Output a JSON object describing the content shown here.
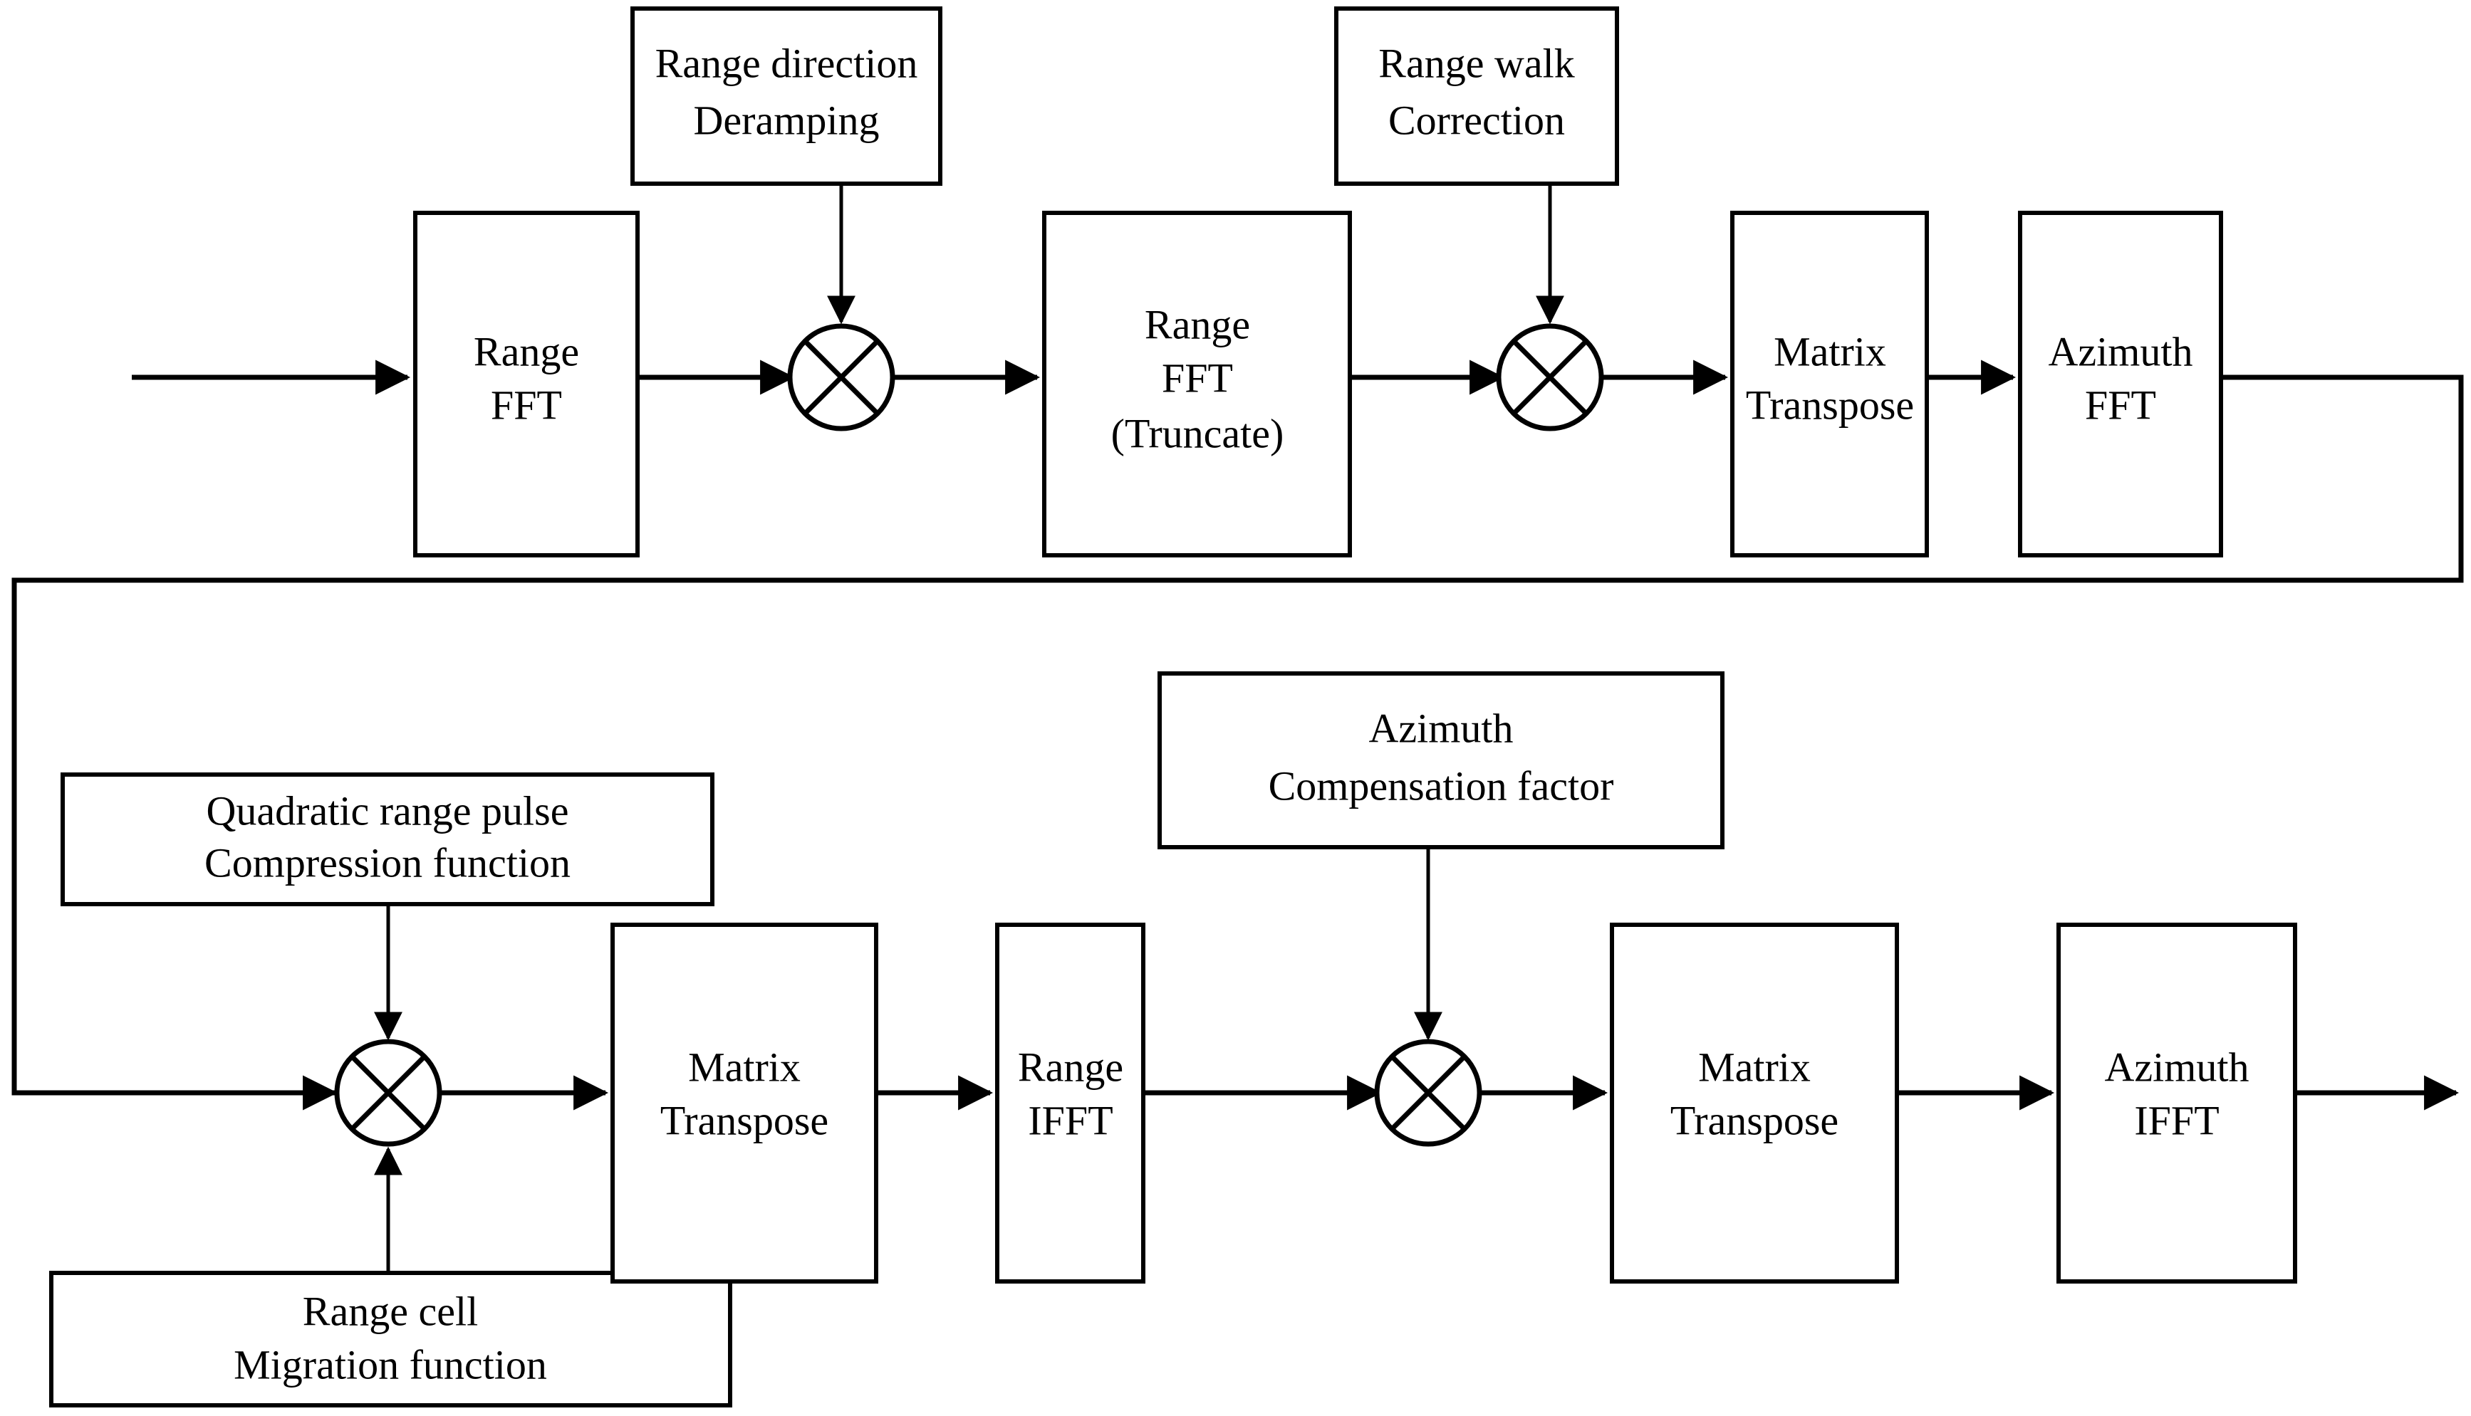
{
  "diagram": {
    "title": "SAR imaging processing chain block diagram",
    "type": "signal-processing-flow",
    "orientation": "two-row serpentine, left-to-right then wrap",
    "colors": {
      "background": "#ffffff",
      "stroke": "#000000",
      "fill": "#ffffff"
    },
    "row_top": {
      "main_blocks": [
        {
          "id": "range-fft",
          "lines": [
            "Range",
            "FFT"
          ]
        },
        {
          "id": "range-fft-truncate",
          "lines": [
            "Range",
            "FFT",
            "(Truncate)"
          ]
        },
        {
          "id": "matrix-transpose-1",
          "lines": [
            "Matrix",
            "Transpose"
          ]
        },
        {
          "id": "azimuth-fft",
          "lines": [
            "Azimuth",
            "FFT"
          ]
        }
      ],
      "injection_blocks": [
        {
          "id": "range-direction-deramping",
          "lines": [
            "Range direction",
            "Deramping"
          ]
        },
        {
          "id": "range-walk-correction",
          "lines": [
            "Range walk",
            "Correction"
          ]
        }
      ],
      "multipliers": [
        {
          "id": "multiplier-1",
          "symbol": "circle-x"
        },
        {
          "id": "multiplier-2",
          "symbol": "circle-x"
        }
      ]
    },
    "row_bottom": {
      "main_blocks": [
        {
          "id": "matrix-transpose-2",
          "lines": [
            "Matrix",
            "Transpose"
          ]
        },
        {
          "id": "range-ifft",
          "lines": [
            "Range",
            "IFFT"
          ]
        },
        {
          "id": "matrix-transpose-3",
          "lines": [
            "Matrix",
            "Transpose"
          ]
        },
        {
          "id": "azimuth-ifft",
          "lines": [
            "Azimuth",
            "IFFT"
          ]
        }
      ],
      "injection_blocks": [
        {
          "id": "quadratic-range-pulse-compression",
          "lines": [
            "Quadratic range pulse",
            "Compression function"
          ]
        },
        {
          "id": "range-cell-migration",
          "lines": [
            "Range cell",
            "Migration function"
          ]
        },
        {
          "id": "azimuth-compensation-factor",
          "lines": [
            "Azimuth",
            "Compensation factor"
          ]
        }
      ],
      "multipliers": [
        {
          "id": "multiplier-3",
          "symbol": "circle-x"
        },
        {
          "id": "multiplier-4",
          "symbol": "circle-x"
        }
      ]
    },
    "labels": {
      "range_fft_l1": "Range",
      "range_fft_l2": "FFT",
      "deramp_l1": "Range direction",
      "deramp_l2": "Deramping",
      "trunc_l1": "Range",
      "trunc_l2": "FFT",
      "trunc_l3": "(Truncate)",
      "walk_l1": "Range walk",
      "walk_l2": "Correction",
      "mt1_l1": "Matrix",
      "mt1_l2": "Transpose",
      "azfft_l1": "Azimuth",
      "azfft_l2": "FFT",
      "quad_l1": "Quadratic range pulse",
      "quad_l2": "Compression function",
      "rcm_l1": "Range cell",
      "rcm_l2": "Migration function",
      "azcomp_l1": "Azimuth",
      "azcomp_l2": "Compensation factor",
      "mt2_l1": "Matrix",
      "mt2_l2": "Transpose",
      "rifft_l1": "Range",
      "rifft_l2": "IFFT",
      "mt3_l1": "Matrix",
      "mt3_l2": "Transpose",
      "azifft_l1": "Azimuth",
      "azifft_l2": "IFFT"
    }
  }
}
